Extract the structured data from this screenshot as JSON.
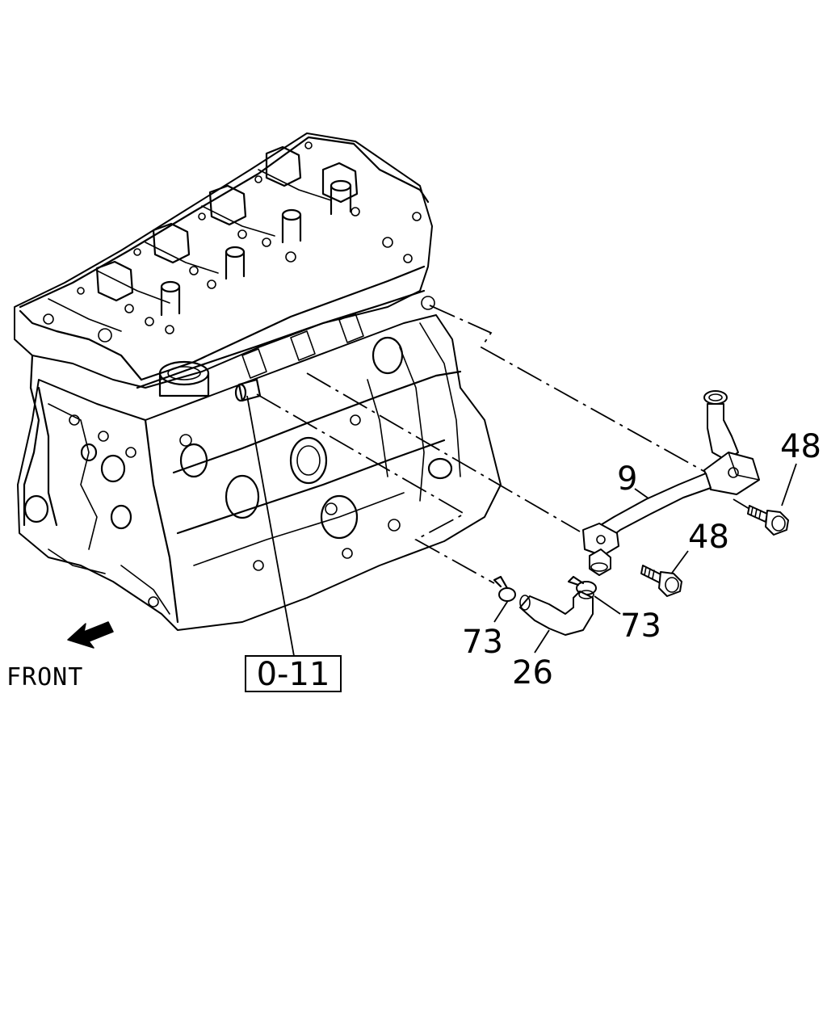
{
  "front_label": "FRONT",
  "reference_box": "0-11",
  "callouts": {
    "pipe": "9",
    "bolt_upper": "48",
    "bolt_lower": "48",
    "clamp_left": "73",
    "clamp_right": "73",
    "hose": "26"
  }
}
